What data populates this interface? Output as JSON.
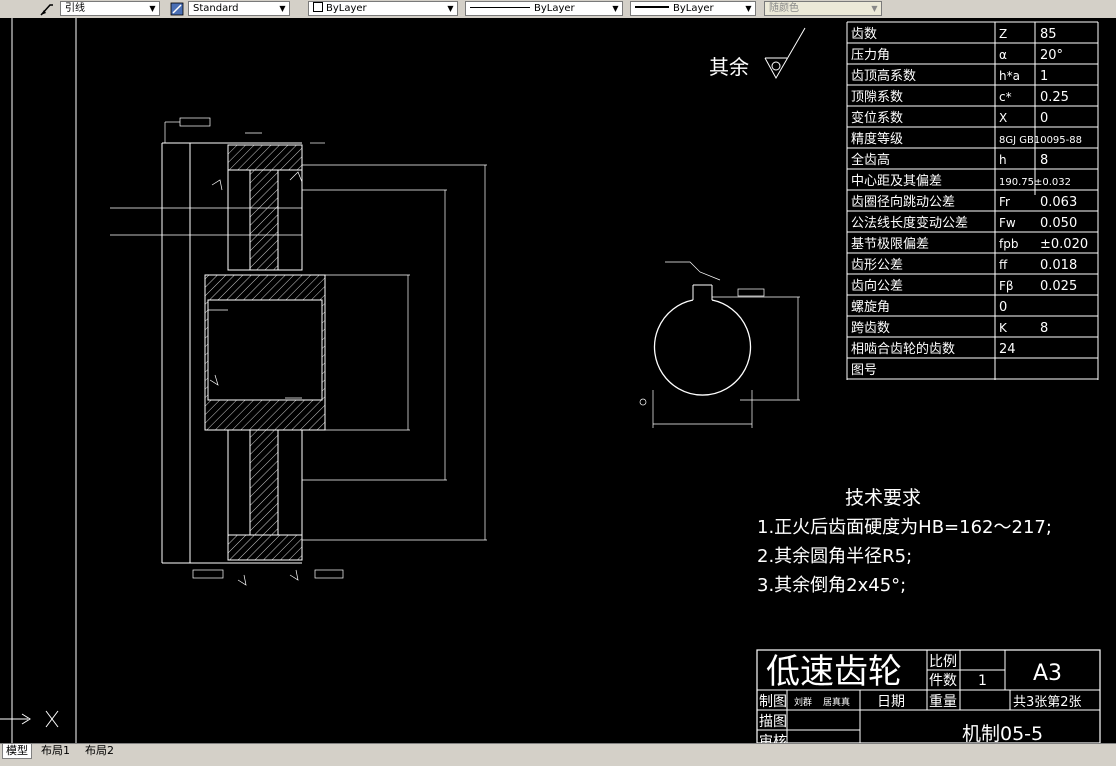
{
  "toolbar": {
    "leader_style": "引线",
    "text_style": "Standard",
    "layer": "ByLayer",
    "linetype": "ByLayer",
    "lineweight": "ByLayer",
    "plot_style": "随颜色"
  },
  "tabs": [
    "模型",
    "布局1",
    "布局2"
  ],
  "drawing": {
    "surface_finish_note": "其余",
    "tech_title": "技术要求",
    "tech_lines": [
      "1.正火后齿面硬度为HB=162～217;",
      "2.其余圆角半径R5;",
      "3.其余倒角2x45°;"
    ],
    "part_name": "低速齿轮",
    "drawing_no": "机制05-5",
    "sheet_size": "A3",
    "sheet_info": "共3张第2张",
    "title_labels": {
      "scale": "比例",
      "qty": "件数",
      "qty_value": "1",
      "drawn": "制图",
      "drafter": "刘群",
      "reviewer": "居真真",
      "date": "日期",
      "weight": "重量",
      "trace": "描图",
      "check": "审核"
    },
    "param_rows": [
      {
        "name": "齿数",
        "sym": "Z",
        "val": "85"
      },
      {
        "name": "压力角",
        "sym": "α",
        "val": "20°"
      },
      {
        "name": "齿顶高系数",
        "sym": "h*a",
        "val": "1"
      },
      {
        "name": "顶隙系数",
        "sym": "c*",
        "val": "0.25"
      },
      {
        "name": "变位系数",
        "sym": "X",
        "val": "0"
      },
      {
        "name": "精度等级",
        "sym": "",
        "val": "8GJ GB10095-88"
      },
      {
        "name": "全齿高",
        "sym": "h",
        "val": "8"
      },
      {
        "name": "中心距及其偏差",
        "sym": "",
        "val": "190.75±0.032"
      },
      {
        "name": "齿圈径向跳动公差",
        "sym": "Fr",
        "val": "0.063"
      },
      {
        "name": "公法线长度变动公差",
        "sym": "Fw",
        "val": "0.050"
      },
      {
        "name": "基节极限偏差",
        "sym": "fpb",
        "val": "±0.020"
      },
      {
        "name": "齿形公差",
        "sym": "ff",
        "val": "0.018"
      },
      {
        "name": "齿向公差",
        "sym": "Fβ",
        "val": "0.025"
      },
      {
        "name": "螺旋角",
        "sym": "",
        "val": "0"
      },
      {
        "name": "跨齿数",
        "sym": "K",
        "val": "8"
      },
      {
        "name": "相啮合齿轮的齿数",
        "sym": "",
        "val": "24"
      },
      {
        "name": "图号",
        "sym": "",
        "val": ""
      }
    ]
  }
}
